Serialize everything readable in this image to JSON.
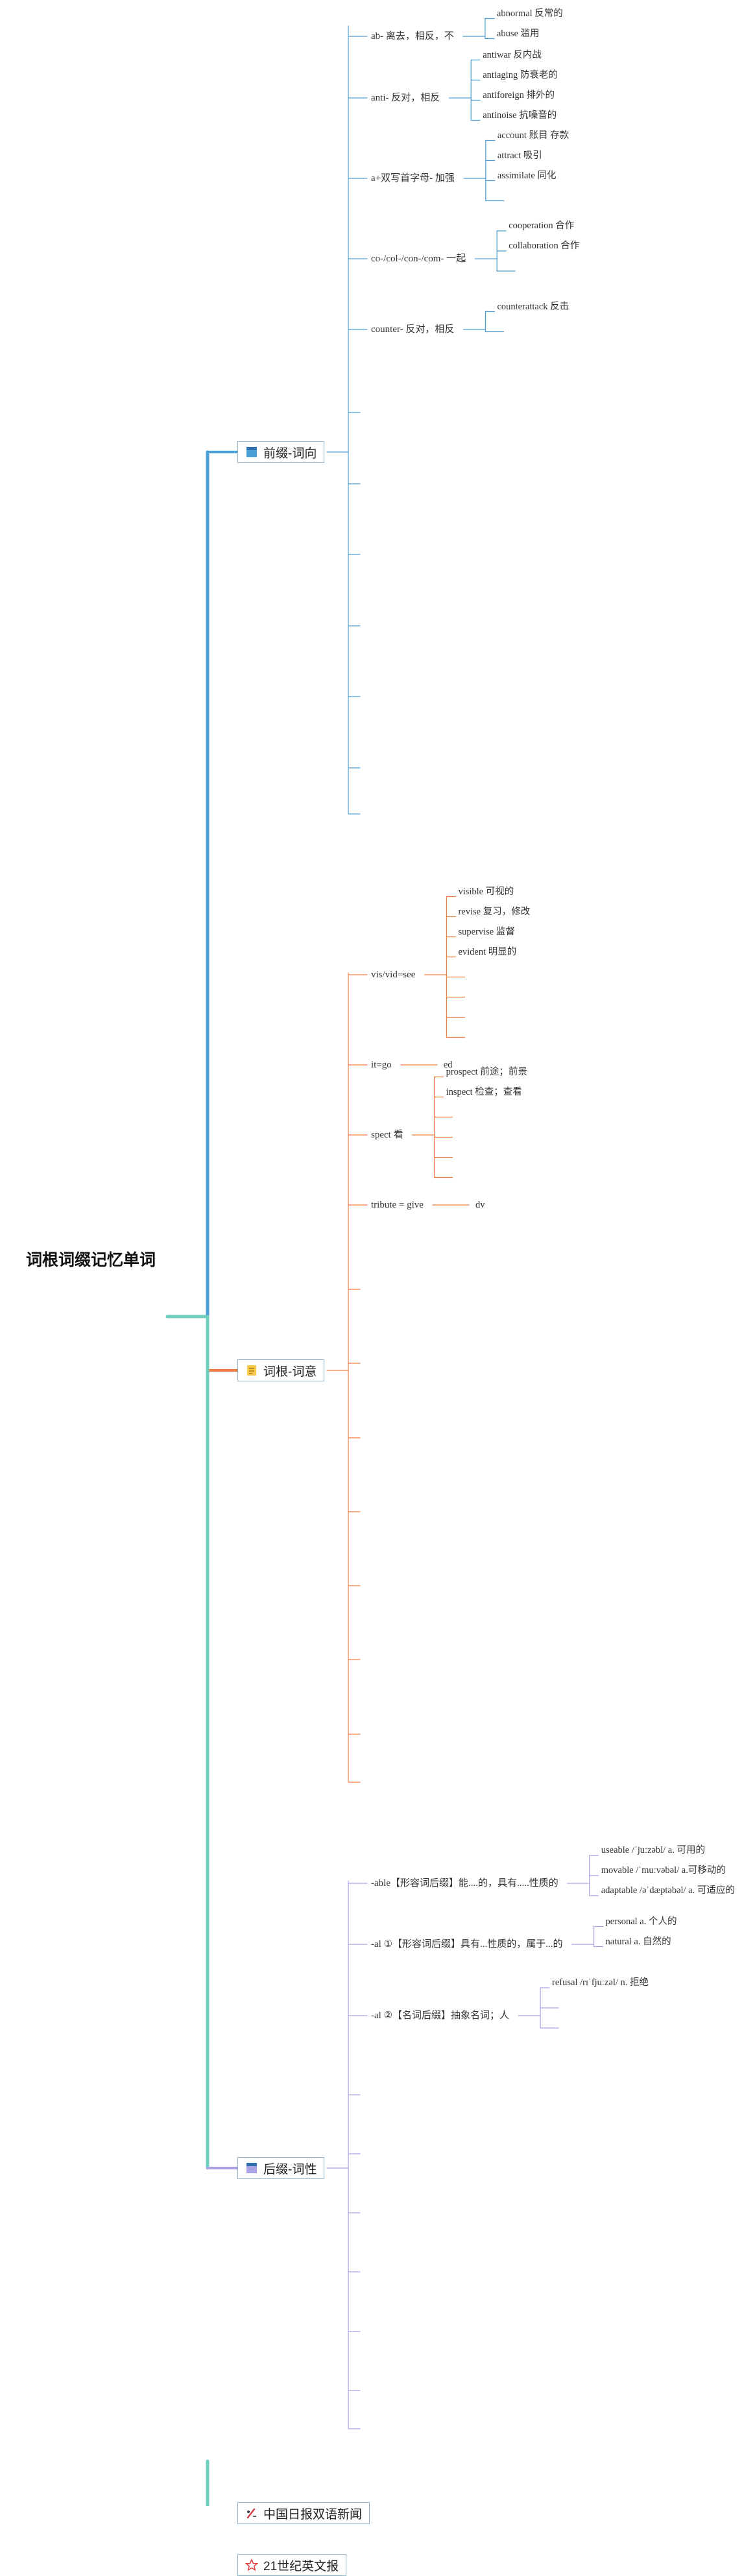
{
  "root": {
    "title": "词根词缀记忆单词"
  },
  "colors": {
    "root_edge": "#6fcfbf",
    "prefix": "#4a9fd8",
    "root_cat": "#ef7d40",
    "suffix": "#a9a3e6",
    "news1": "#8ccf8a",
    "news2": "#ee5a5a"
  },
  "categories": [
    {
      "label": "前缀-词向",
      "icon": "flag-icon",
      "color": "#4a9fd8",
      "empty_slots": 6,
      "children": [
        {
          "label": "ab- 离去，相反，不",
          "children": [
            "abnormal 反常的",
            "abuse 滥用"
          ]
        },
        {
          "label": "anti- 反对，相反",
          "children": [
            "antiwar 反内战",
            "antiaging 防衰老的",
            "antiforeign 排外的",
            "antinoise 抗噪音的"
          ]
        },
        {
          "label": "a+双写首字母- 加强",
          "children": [
            "account 账目 存款",
            "attract 吸引",
            "assimilate 同化",
            ""
          ]
        },
        {
          "label": "co-/col-/con-/com- 一起",
          "children": [
            "cooperation 合作",
            "collaboration 合作",
            ""
          ]
        },
        {
          "label": "counter- 反对，相反",
          "children": [
            "counterattack 反击",
            ""
          ]
        }
      ]
    },
    {
      "label": "词根-词意",
      "icon": "note-icon",
      "color": "#ef7d40",
      "empty_slots": 7,
      "children": [
        {
          "label": "vis/vid=see",
          "children": [
            "visible 可视的",
            "revise 复习，修改",
            "supervise 监督",
            "evident 明显的",
            "",
            "",
            "",
            ""
          ]
        },
        {
          "label": "it=go",
          "children": [
            "ed"
          ]
        },
        {
          "label": "spect 看",
          "children": [
            "prospect 前途；前景",
            "inspect 检查；查看",
            "",
            "",
            "",
            ""
          ]
        },
        {
          "label": "tribute = give",
          "children": [
            "dv"
          ]
        }
      ]
    },
    {
      "label": "后缀-词性",
      "icon": "flag-icon",
      "color": "#a9a3e6",
      "empty_slots": 6,
      "children": [
        {
          "label": "-able【形容词后缀】能....的，具有.....性质的",
          "children": [
            "useable /ˈjuːzəbl/ a. 可用的",
            "movable /ˈmuːvəbəl/ a.可移动的",
            "adaptable /əˈdæptəbəl/ a. 可适应的"
          ]
        },
        {
          "label": "-al ①【形容词后缀】具有...性质的，属于...的",
          "children": [
            "personal a. 个人的",
            "natural a. 自然的"
          ]
        },
        {
          "label": "-al ②【名词后缀】抽象名词；人",
          "children": [
            "refusal /rɪˈfjuːzəl/ n. 拒绝",
            "",
            ""
          ]
        }
      ]
    },
    {
      "label": "中国日报双语新闻",
      "icon": "pen-icon",
      "color": "#8ccf8a",
      "children": []
    },
    {
      "label": "21世纪英文报",
      "icon": "star-icon",
      "color": "#ee5a5a",
      "children": []
    }
  ]
}
